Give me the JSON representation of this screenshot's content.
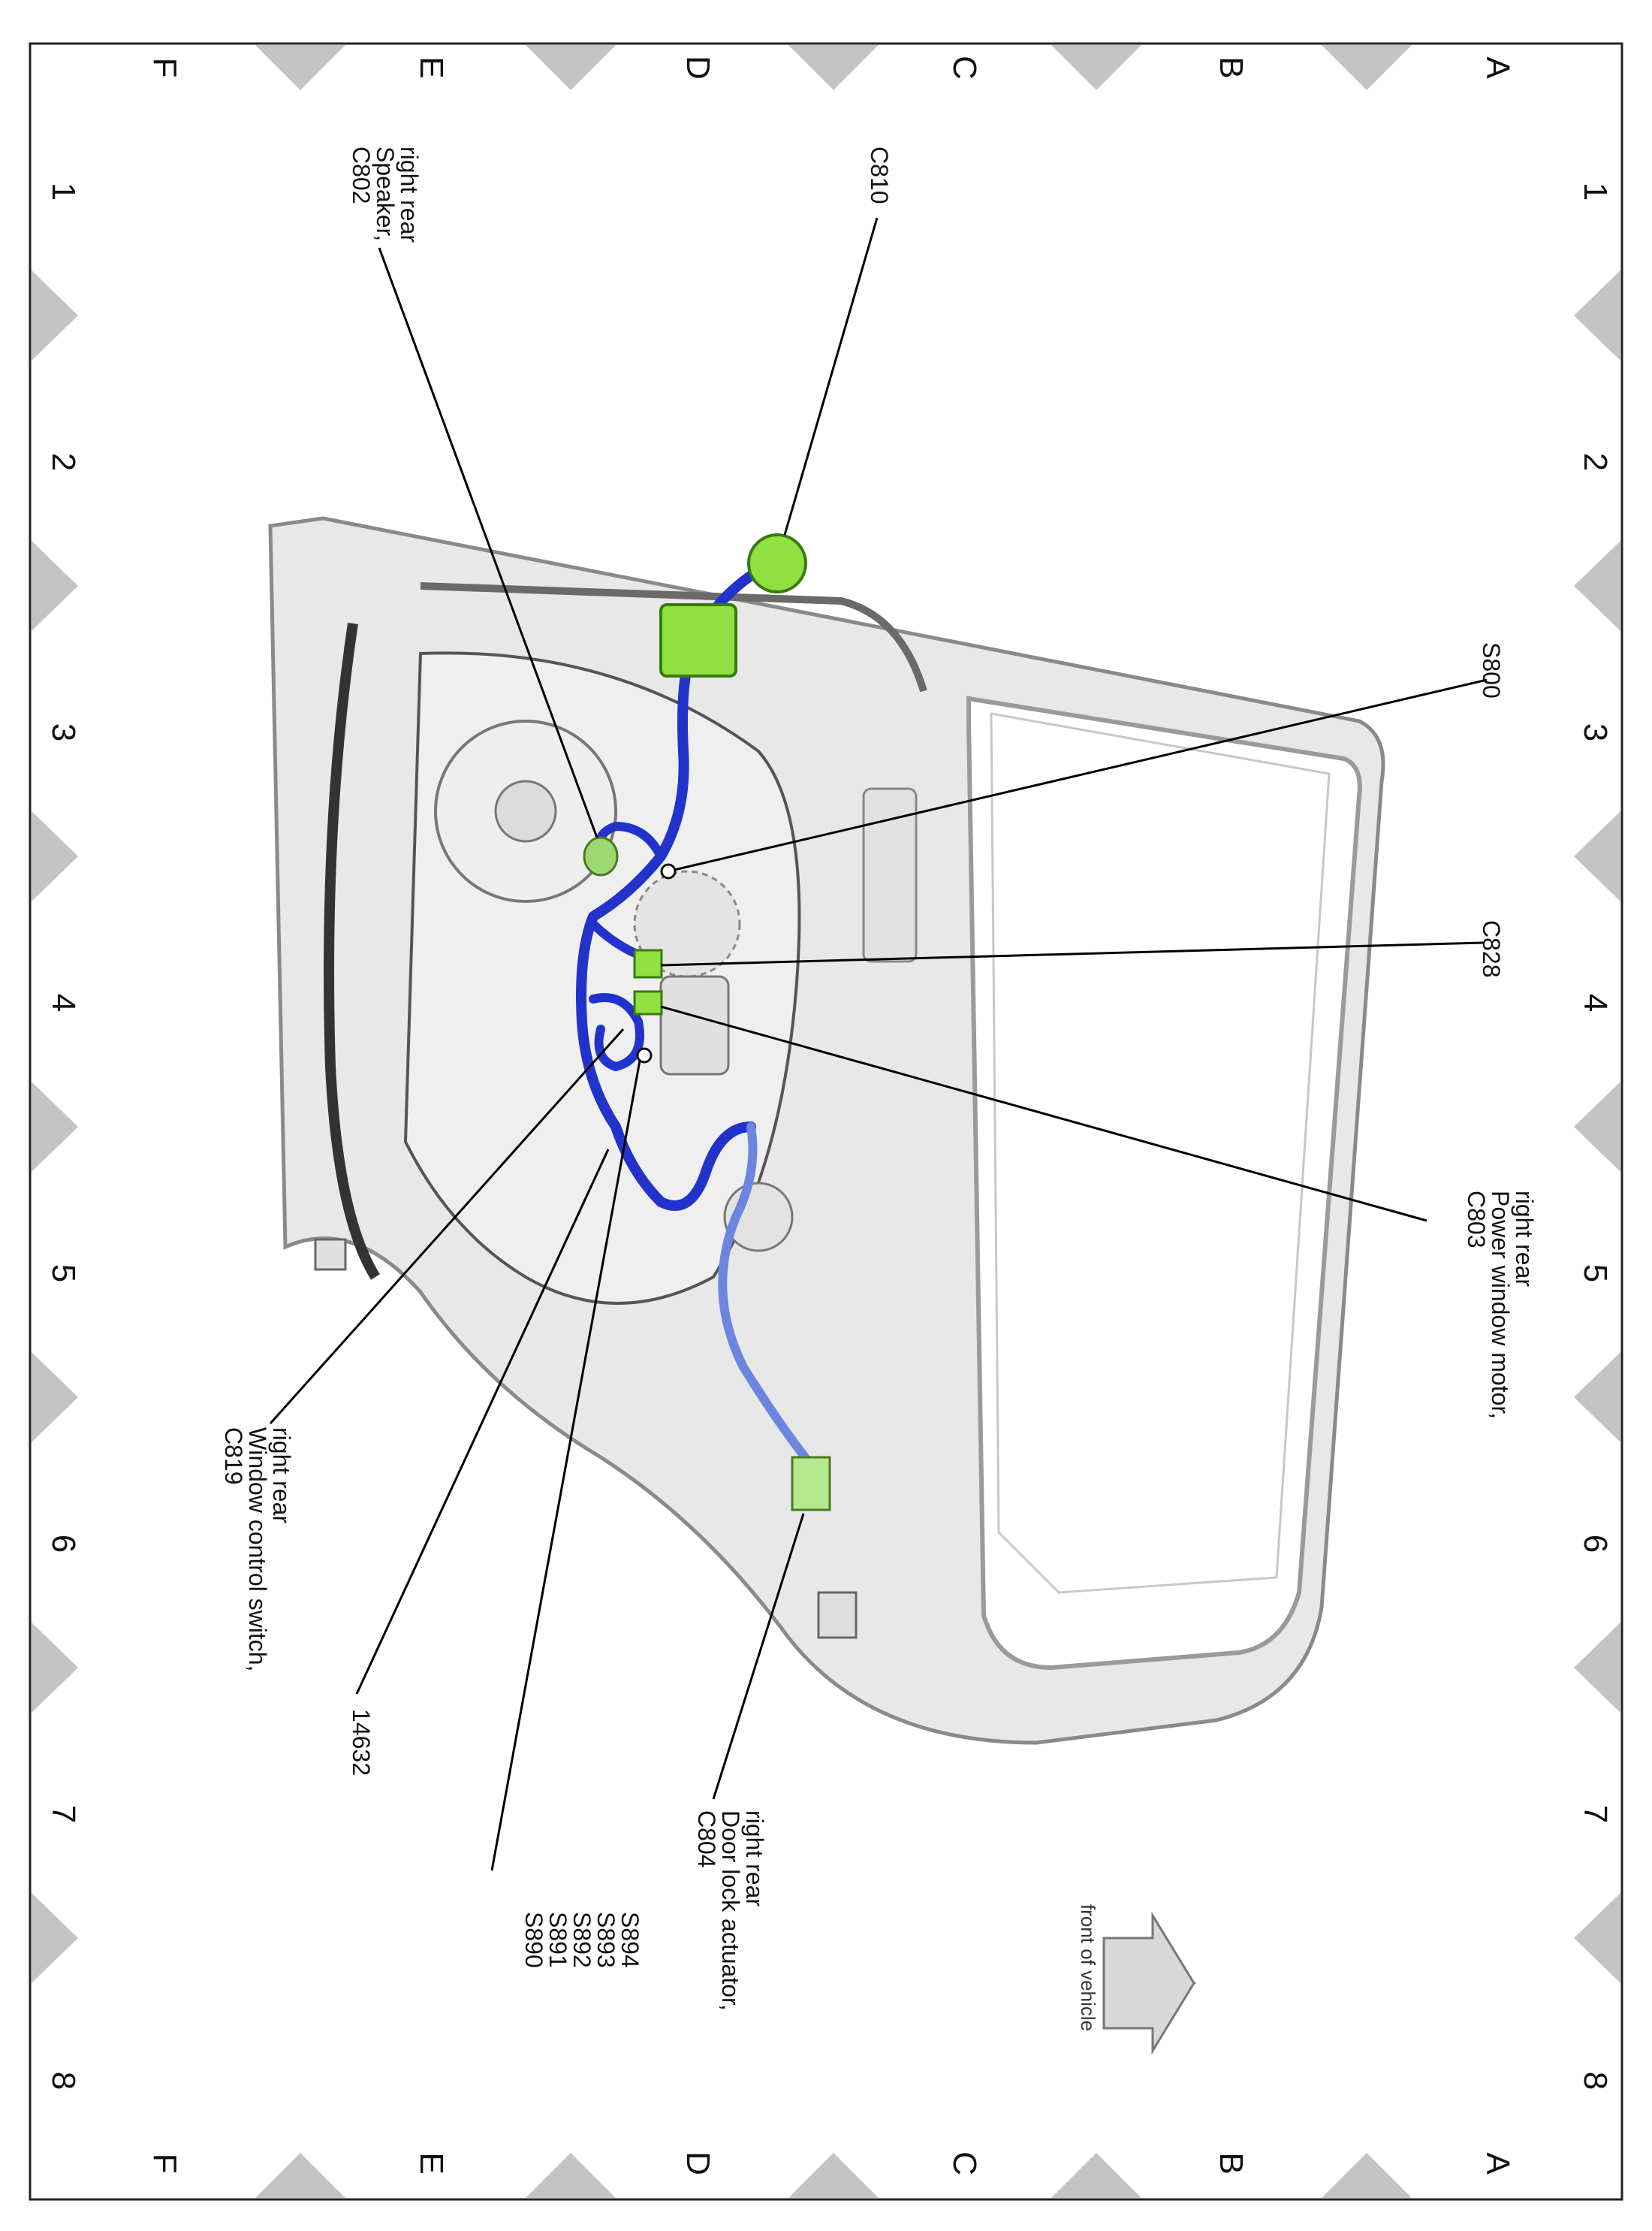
{
  "grid": {
    "columns": [
      "1",
      "2",
      "3",
      "4",
      "5",
      "6",
      "7",
      "8"
    ],
    "rows": [
      "A",
      "B",
      "C",
      "D",
      "E",
      "F"
    ]
  },
  "callouts": {
    "c810": [
      "C810"
    ],
    "c802": [
      "C802",
      "Speaker,",
      "right rear"
    ],
    "s800": [
      "S800"
    ],
    "c828": [
      "C828"
    ],
    "c803": [
      "C803",
      "Power window motor,",
      "right rear"
    ],
    "c819": [
      "C819",
      "Window control switch,",
      "right rear"
    ],
    "n14632": [
      "14632"
    ],
    "splices": [
      "S890",
      "S891",
      "S892",
      "S893",
      "S894"
    ],
    "c804": [
      "C804",
      "Door lock actuator,",
      "right rear"
    ]
  },
  "orientation": {
    "label": "front of vehicle"
  },
  "colors": {
    "harness": "#2233cc",
    "harness_light": "#6c86e0",
    "connector": "#8fe040",
    "panel": "#e6e6e6",
    "panel_edge": "#8a8a8a",
    "frame_triangle": "#c4c4c4"
  }
}
